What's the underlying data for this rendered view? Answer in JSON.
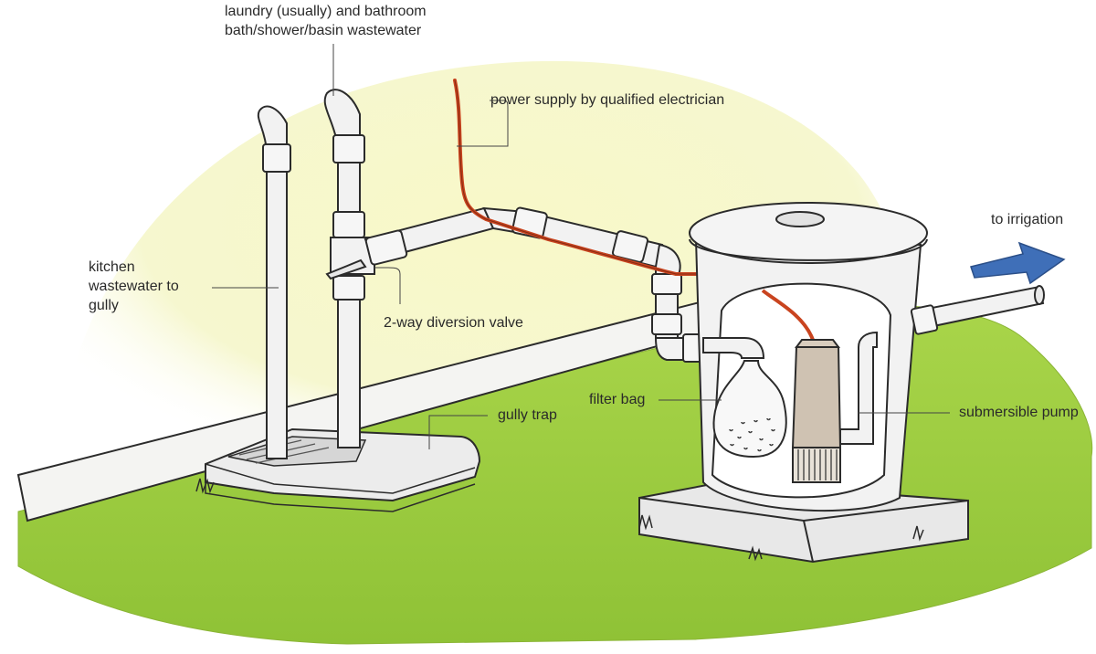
{
  "labels": {
    "greywater_source": "laundry (usually) and bathroom\nbath/shower/basin wastewater",
    "power_supply": "power supply by qualified electrician",
    "irrigation": "to irrigation",
    "kitchen": "kitchen\nwastewater to\ngully",
    "diversion_valve": "2-way diversion valve",
    "filter_bag": "filter bag",
    "gully_trap": "gully trap",
    "pump": "submersible pump"
  },
  "colors": {
    "sky_wash": "#f4f5bf",
    "lawn": "#9fcf3e",
    "pipe": "#f2f2f2",
    "outline": "#2b2b2b",
    "cable": "#c9441f",
    "arrow": "#3f6fb8",
    "pump_body": "#cfc2b2",
    "concrete": "#e6e6e6"
  }
}
